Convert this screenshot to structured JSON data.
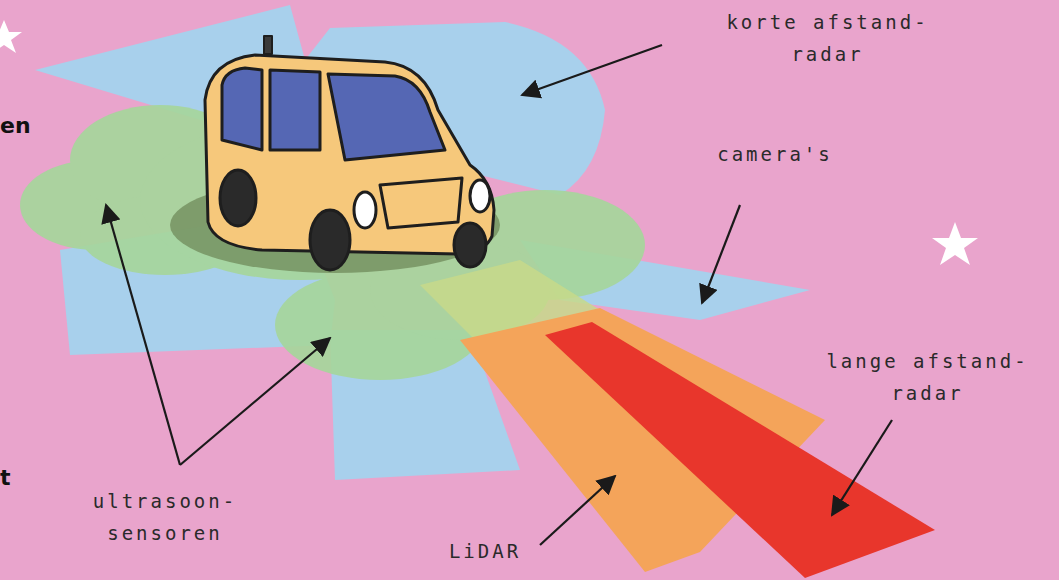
{
  "diagram": {
    "labels": [
      "en",
      "korte afstand- radar",
      "camera's",
      "lange afstand- radar",
      "t",
      "ultrasoon- sensoren",
      "LiDAR"
    ]
  }
}
